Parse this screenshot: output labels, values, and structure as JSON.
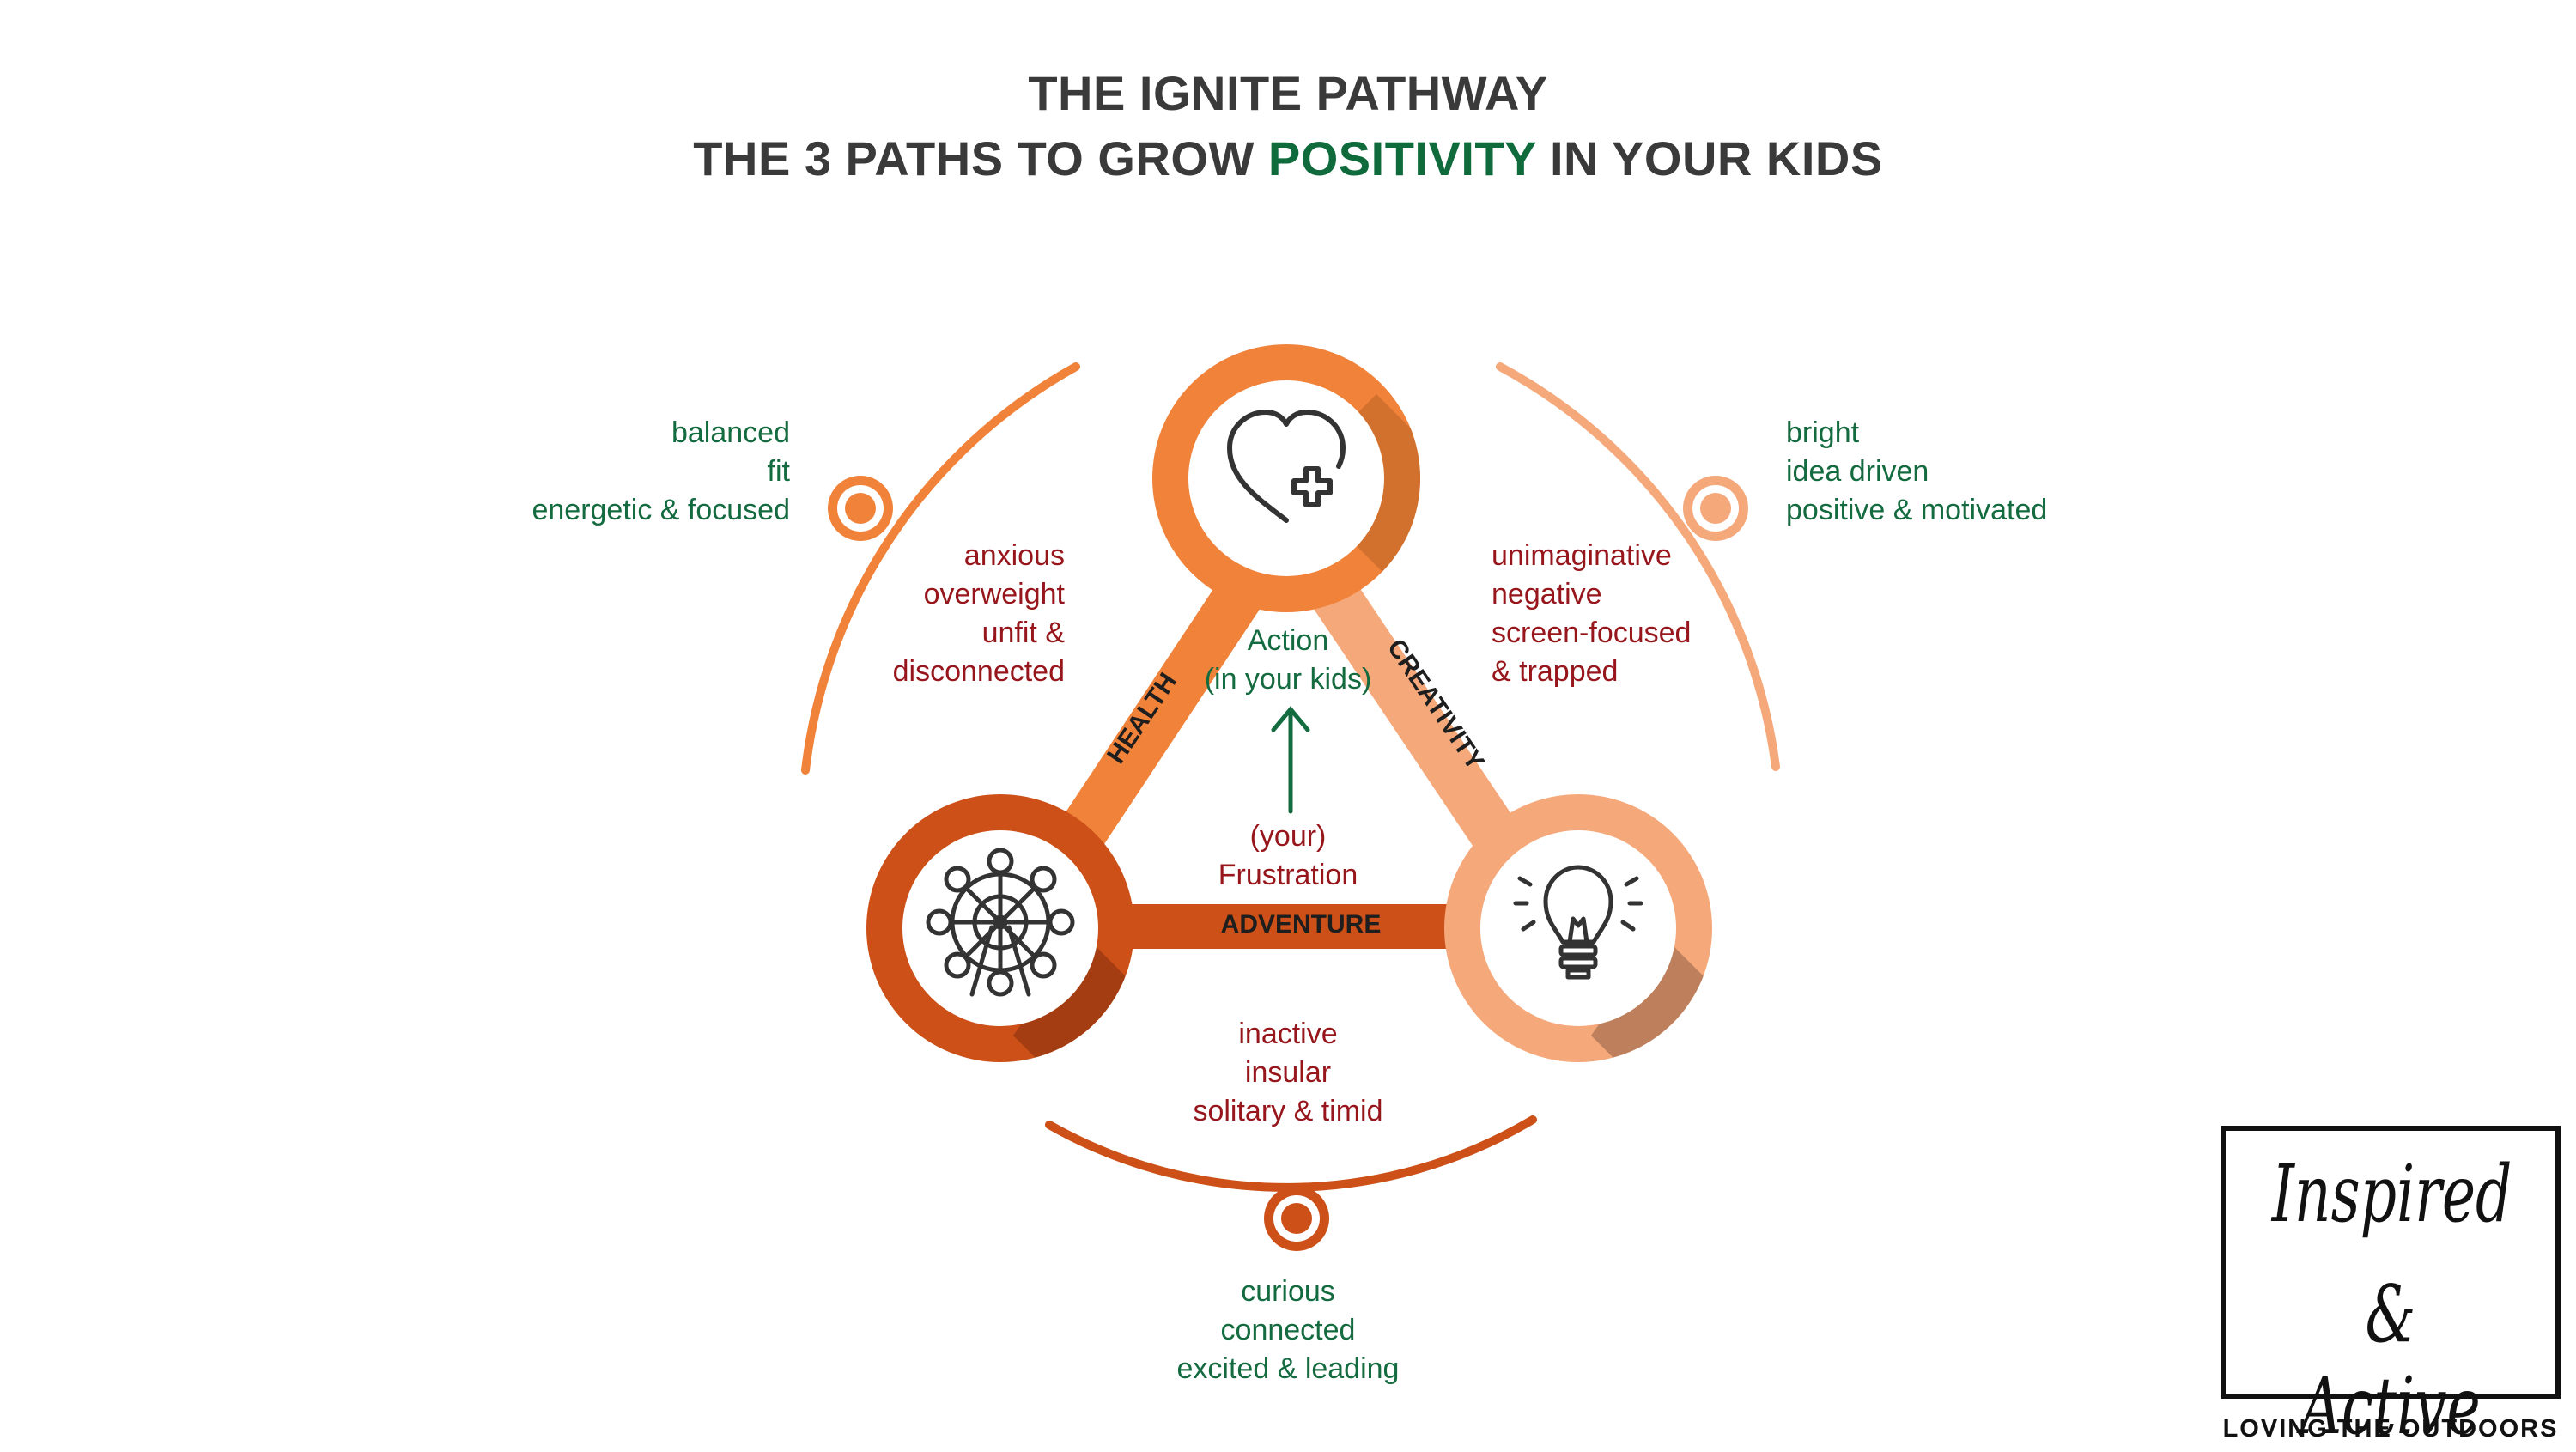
{
  "title": {
    "line1": "THE IGNITE PATHWAY",
    "line2_pre": "THE 3 PATHS TO GROW ",
    "line2_highlight": "POSITIVITY",
    "line2_post": " IN YOUR KIDS"
  },
  "paths": {
    "health": "HEALTH",
    "creativity": "CREATIVITY",
    "adventure": "ADVENTURE"
  },
  "center": {
    "action": [
      "Action",
      "(in your kids)"
    ],
    "frustration": [
      "(your)",
      "Frustration"
    ]
  },
  "outcomes": {
    "health_positive": [
      "balanced",
      "fit",
      "energetic & focused"
    ],
    "creativity_positive": [
      "bright",
      "idea driven",
      "positive & motivated"
    ],
    "adventure_positive": [
      "curious",
      "connected",
      "excited & leading"
    ]
  },
  "problems": {
    "health_negative": [
      "anxious",
      "overweight",
      "unfit &",
      "disconnected"
    ],
    "creativity_negative": [
      "unimaginative",
      "negative",
      "screen-focused",
      "& trapped"
    ],
    "adventure_negative": [
      "inactive",
      "insular",
      "solitary & timid"
    ]
  },
  "logo": {
    "line1": "Inspired",
    "line2": "& Active",
    "tagline": "LOVING THE OUTDOORS"
  },
  "colors": {
    "health": "#f0823a",
    "creativity": "#f5a87a",
    "adventure": "#cc5018",
    "green_text": "#136b3f",
    "red_text": "#97161c",
    "title": "#3a3a3a"
  },
  "icons": {
    "health": "heart-plus-icon",
    "creativity": "lightbulb-icon",
    "adventure": "ferris-wheel-icon"
  }
}
